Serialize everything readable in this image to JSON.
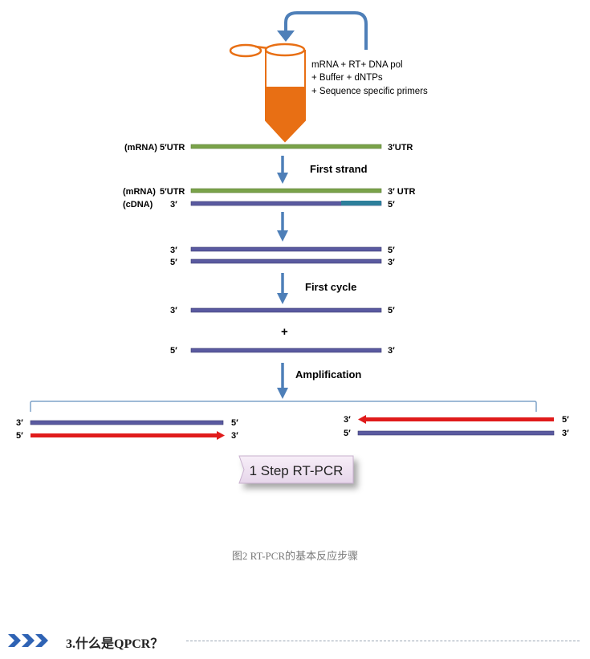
{
  "reagents": [
    "mRNA + RT+ DNA pol",
    "+ Buffer + dNTPs",
    "+ Sequence specific primers"
  ],
  "strand_labels": {
    "mrna": "(mRNA)",
    "cdna": "(cDNA)",
    "utr5": "5′UTR",
    "utr3": "3′UTR",
    "utr3_spaced": "3′ UTR",
    "end3": "3′",
    "end5": "5′"
  },
  "steps": {
    "first_strand": "First strand",
    "first_cycle": "First cycle",
    "amplification": "Amplification"
  },
  "plus_sign": "+",
  "method_label": "1 Step RT-PCR",
  "caption": "图2 RT-PCR的基本反应步骤",
  "section_heading": "3.什么是QPCR？",
  "colors": {
    "tube": "#e86f14",
    "mrna_strand": "#7aa34a",
    "cdna_strand": "#5a5aa0",
    "primer_extension": "#2d7f9b",
    "new_strand": "#e01b1b",
    "arrow": "#4e7fb8",
    "bracket": "#7fa3c8",
    "chevron": "#2f63b4"
  }
}
